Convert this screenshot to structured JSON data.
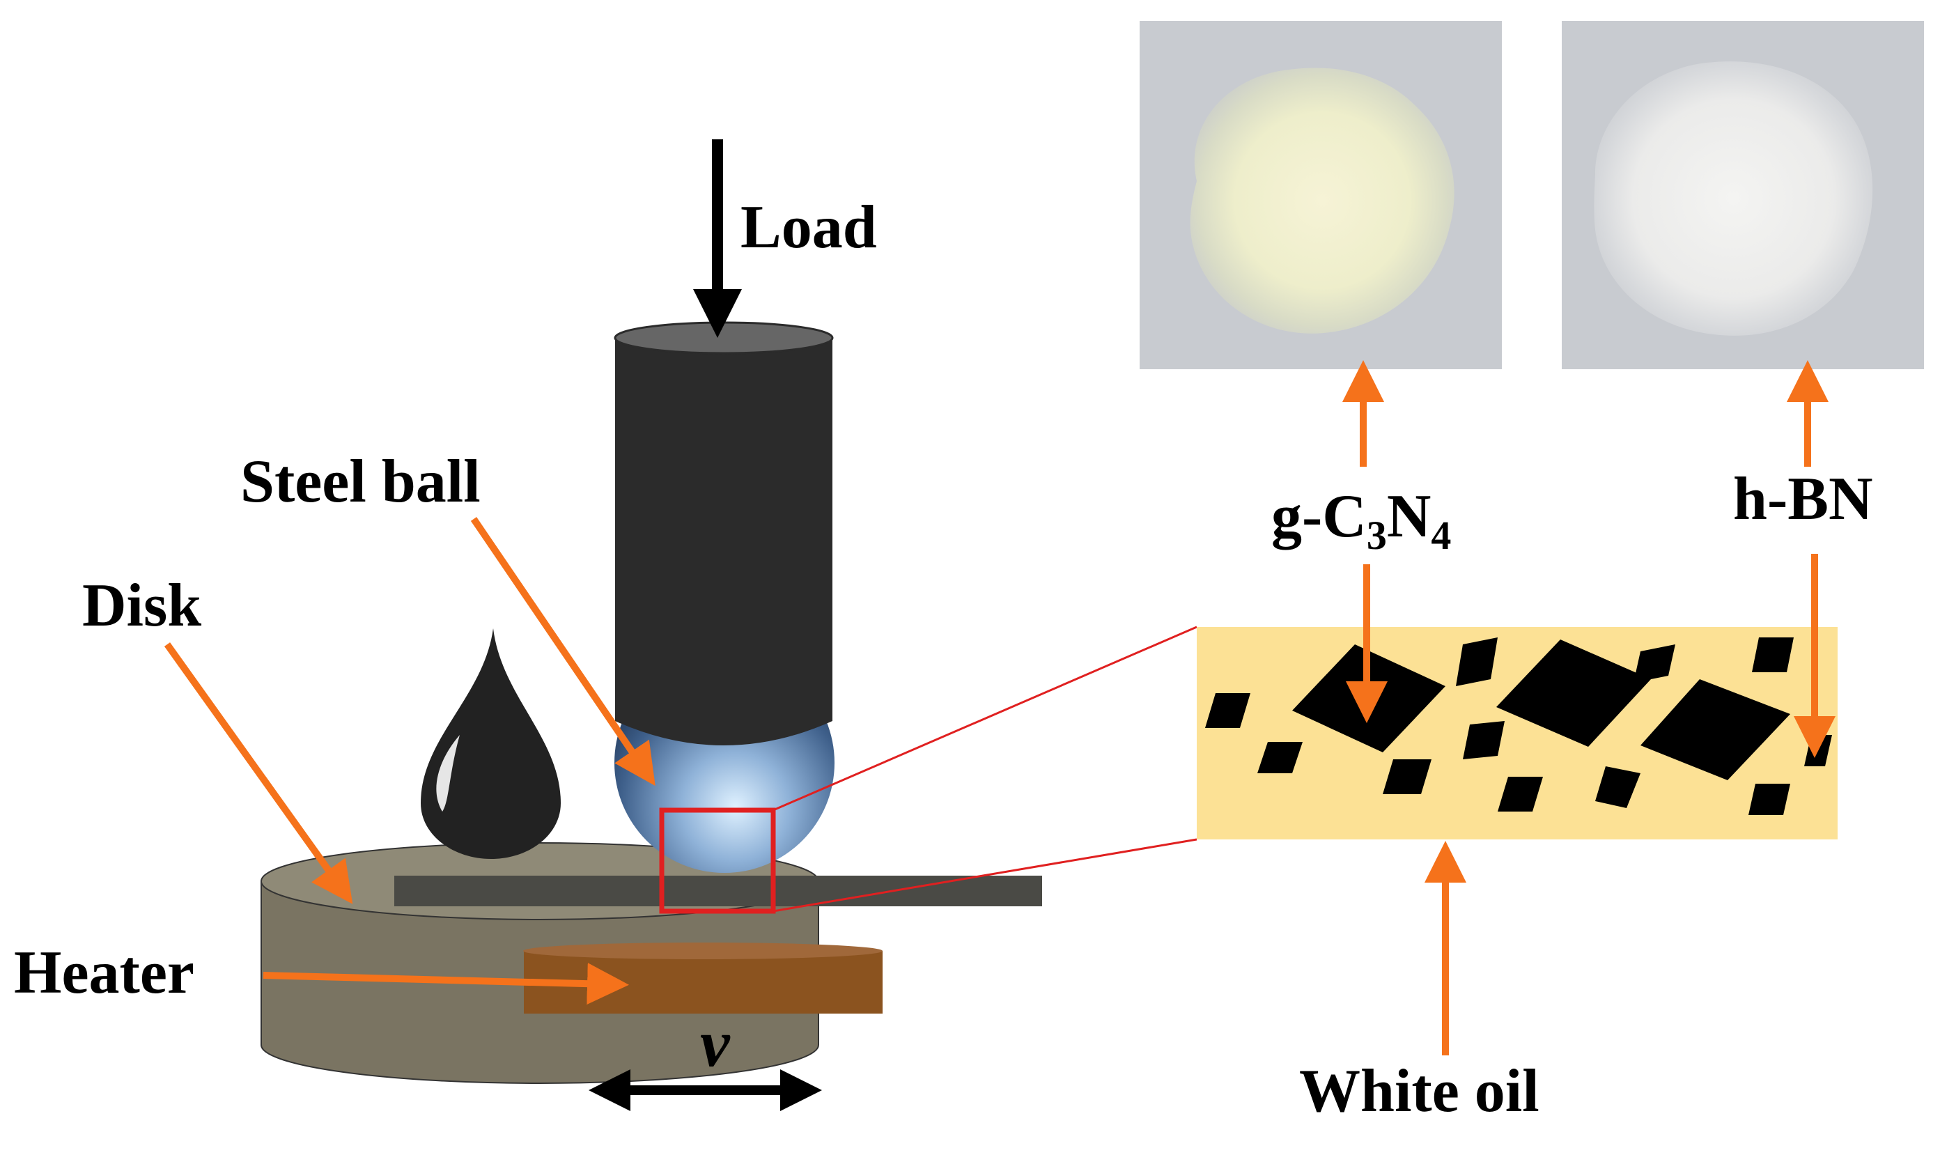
{
  "labels": {
    "load": "Load",
    "steel_ball": "Steel ball",
    "disk": "Disk",
    "heater": "Heater",
    "velocity": "v",
    "white_oil": "White oil",
    "gcn": {
      "prefix": "g-C",
      "sub1": "3",
      "mid": "N",
      "sub2": "4"
    },
    "hbn": "h-BN"
  },
  "colors": {
    "arrow_orange": "#F5721B",
    "disk_side": "#7A7462",
    "disk_top": "#8F8A77",
    "track": "#4A4A45",
    "heater": "#8B531F",
    "rod": "#2B2B2B",
    "rod_top": "#666666",
    "oil_band": "#FCE195",
    "particles": "#000000",
    "zoom_box": "#E02020"
  },
  "icons": {
    "droplet": "oil-droplet-icon",
    "ball": "steel-ball-icon"
  }
}
